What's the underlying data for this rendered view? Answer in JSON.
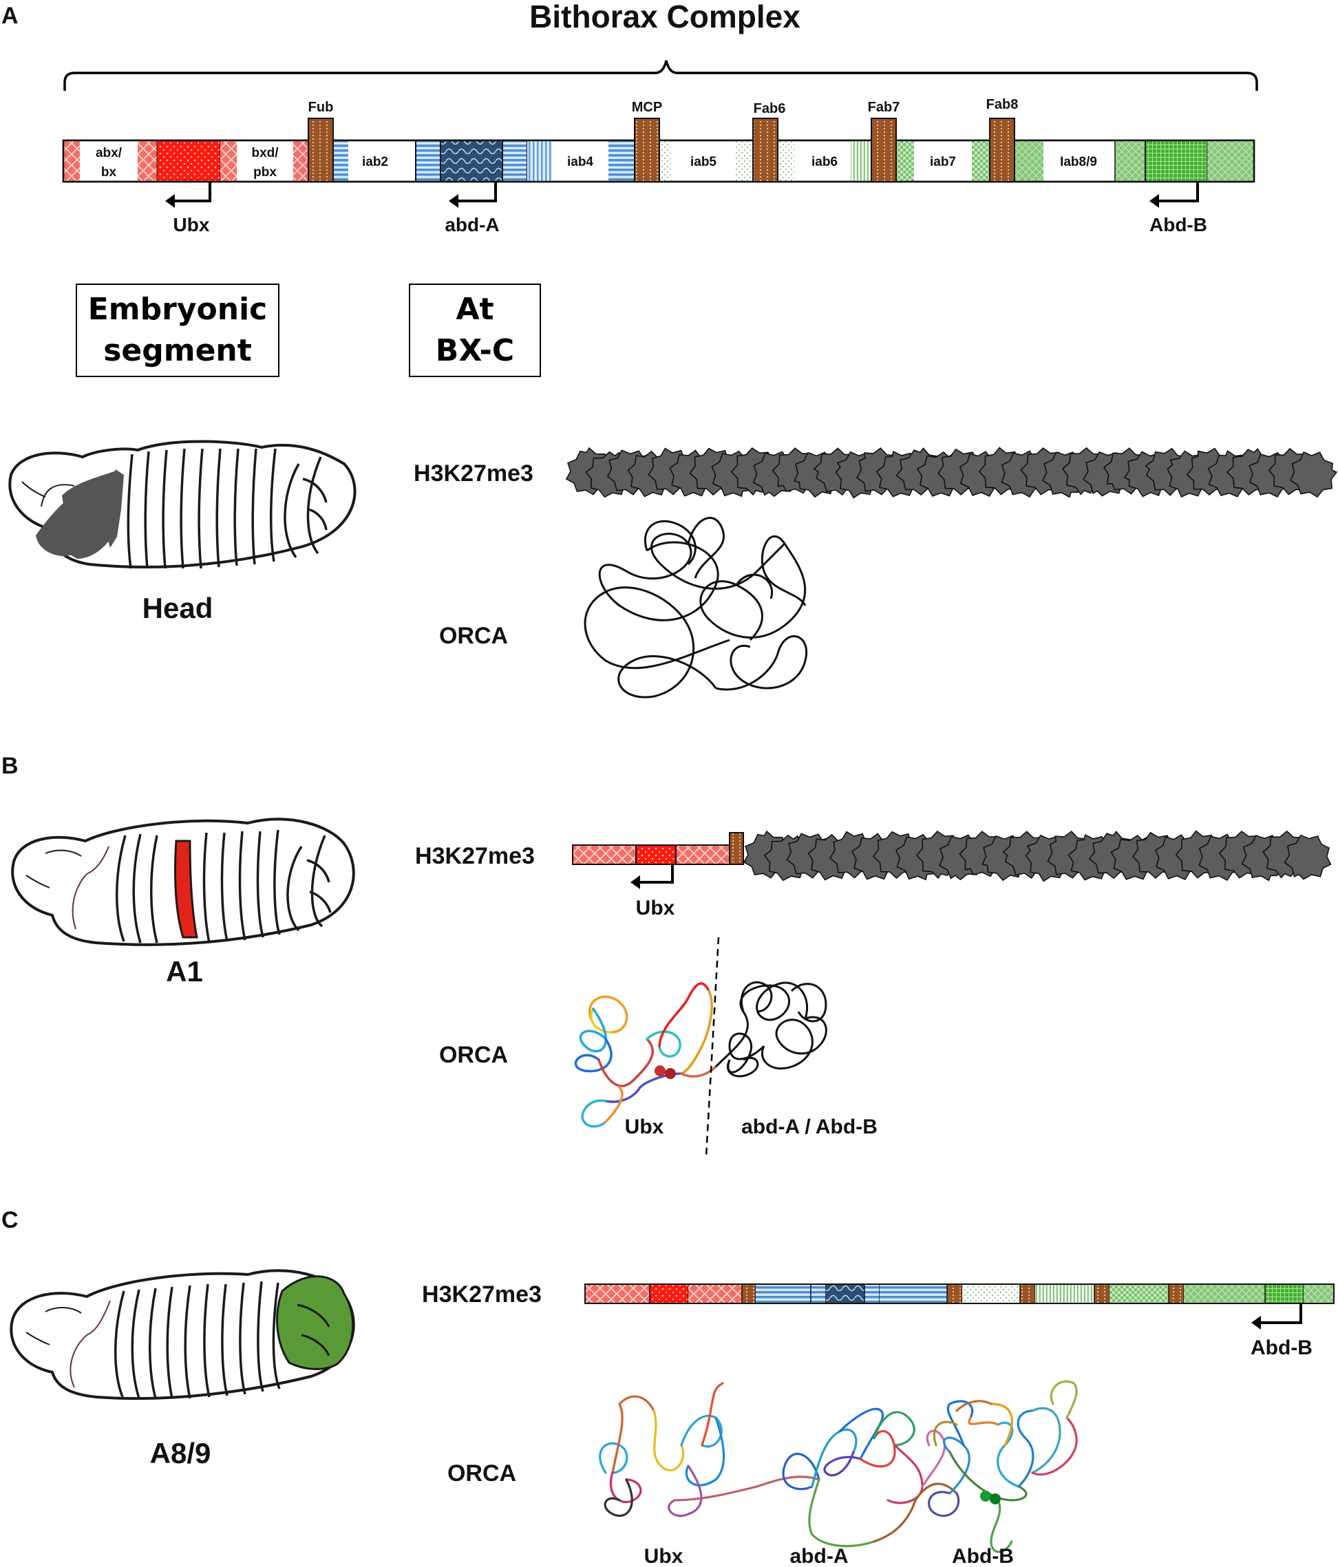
{
  "panels": {
    "a": "A",
    "b": "B",
    "c": "C"
  },
  "title": "Bithorax Complex",
  "complex": {
    "regions": [
      "abx/",
      "bx",
      "bxd/",
      "pbx",
      "iab2",
      "iab4",
      "iab5",
      "iab6",
      "iab7",
      "Iab8/9"
    ],
    "boundaries": [
      "Fub",
      "MCP",
      "Fab6",
      "Fab7",
      "Fab8"
    ],
    "genes": [
      "Ubx",
      "abd-A",
      "Abd-B"
    ]
  },
  "header_boxes": {
    "segment_line1": "Embryonic",
    "segment_line2": "segment",
    "bxc_line1": "At",
    "bxc_line2": "BX-C"
  },
  "rows": {
    "head": {
      "segment": "Head",
      "mark": "H3K27me3",
      "structure": "ORCA"
    },
    "a1": {
      "segment": "A1",
      "mark": "H3K27me3",
      "structure": "ORCA",
      "gene": "Ubx",
      "orca_left": "Ubx",
      "orca_right": "abd-A / Abd-B"
    },
    "a89": {
      "segment": "A8/9",
      "mark": "H3K27me3",
      "structure": "ORCA",
      "gene": "Abd-B",
      "orca_labels": [
        "Ubx",
        "abd-A",
        "Abd-B"
      ]
    }
  },
  "colors": {
    "bxd_red": "#e8403a",
    "ubx_red": "#ff1a10",
    "iab_blue": "#4d8fd6",
    "abda_navy": "#2b4f74",
    "boundary_brown": "#9a5526",
    "abdb_green": "#44b030",
    "iab_green": "#86c679",
    "h3k27_gray": "#5d5d5d",
    "head_gray": "#555555",
    "a1_red": "#e02418",
    "a89_green": "#5a9a36"
  }
}
